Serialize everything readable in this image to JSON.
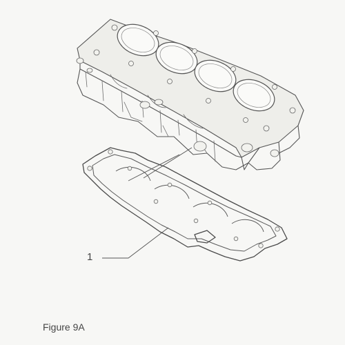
{
  "figure": {
    "caption": "Figure 9A",
    "callouts": [
      {
        "label": "1",
        "part": "cylinder-base-gasket"
      }
    ],
    "parts": [
      {
        "name": "cylinder-block",
        "bores": 4
      },
      {
        "name": "cylinder-base-gasket",
        "bores": 4
      }
    ],
    "colors": {
      "background": "#f7f7f5",
      "ink": "#555555"
    }
  }
}
